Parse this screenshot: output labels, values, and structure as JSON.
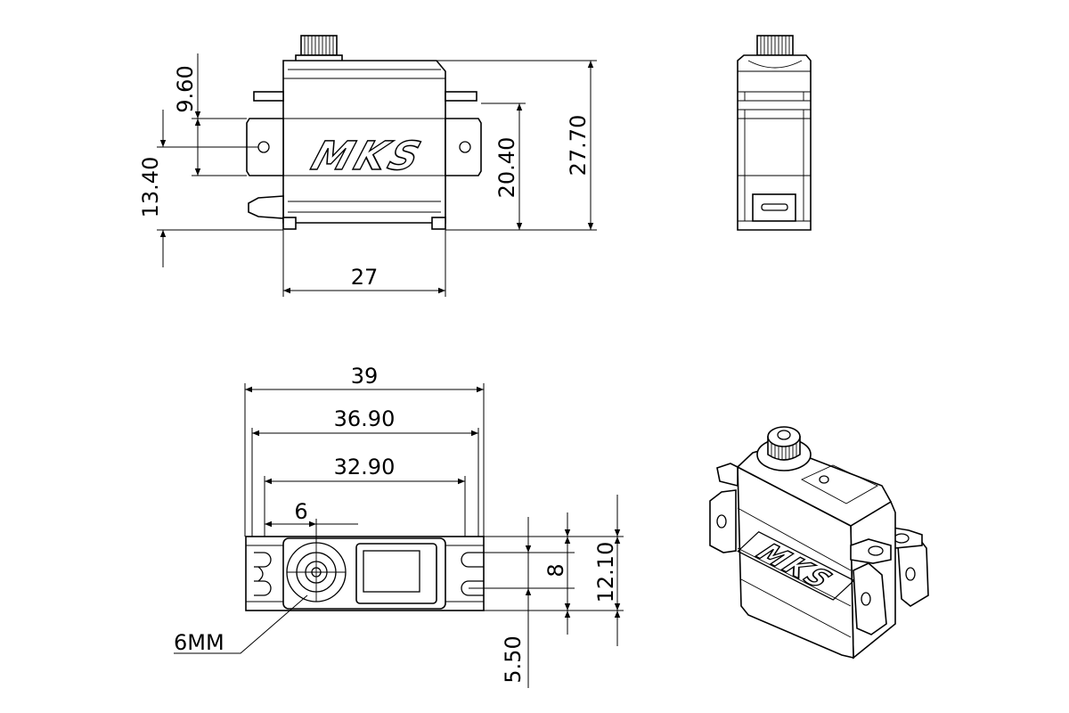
{
  "drawing": {
    "brand_logo": "MKS",
    "front_view": {
      "dim_height_total": "27.70",
      "dim_height_to_flange": "20.40",
      "dim_flange_height": "9.60",
      "dim_flange_offset": "13.40",
      "dim_body_width": "27"
    },
    "bottom_view": {
      "dim_overall_length": "39",
      "dim_hole_span_outer": "36.90",
      "dim_hole_span": "32.90",
      "dim_output_offset": "6",
      "dim_slot_width": "8",
      "dim_body_depth": "12.10",
      "dim_slot_offset": "5.50",
      "output_shaft_label": "6MM"
    }
  }
}
